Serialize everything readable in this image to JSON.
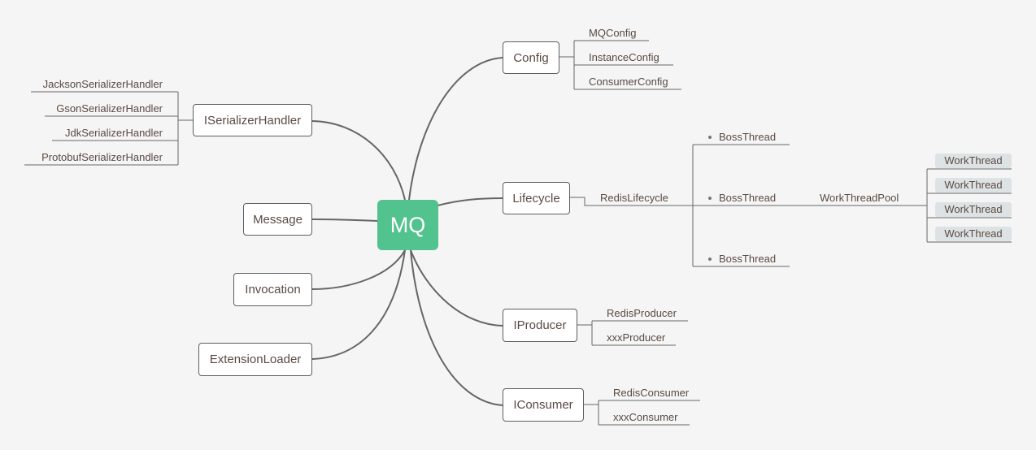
{
  "root": "MQ",
  "left": {
    "serializer": {
      "label": "ISerializerHandler",
      "children": [
        "JacksonSerializerHandler",
        "GsonSerializerHandler",
        "JdkSerializerHandler",
        "ProtobufSerializerHandler"
      ]
    },
    "message": "Message",
    "invocation": "Invocation",
    "extension": "ExtensionLoader"
  },
  "right": {
    "config": {
      "label": "Config",
      "children": [
        "MQConfig",
        "InstanceConfig",
        "ConsumerConfig"
      ]
    },
    "lifecycle": {
      "label": "Lifecycle",
      "child": "RedisLifecycle",
      "boss_threads": [
        "BossThread",
        "BossThread",
        "BossThread"
      ],
      "pool": "WorkThreadPool",
      "work_threads": [
        "WorkThread",
        "WorkThread",
        "WorkThread",
        "WorkThread"
      ]
    },
    "producer": {
      "label": "IProducer",
      "children": [
        "RedisProducer",
        "xxxProducer"
      ]
    },
    "consumer": {
      "label": "IConsumer",
      "children": [
        "RedisConsumer",
        "xxxConsumer"
      ]
    }
  },
  "colors": {
    "root": "#52c28e",
    "line": "#666666",
    "tag": "#dde2e4"
  }
}
